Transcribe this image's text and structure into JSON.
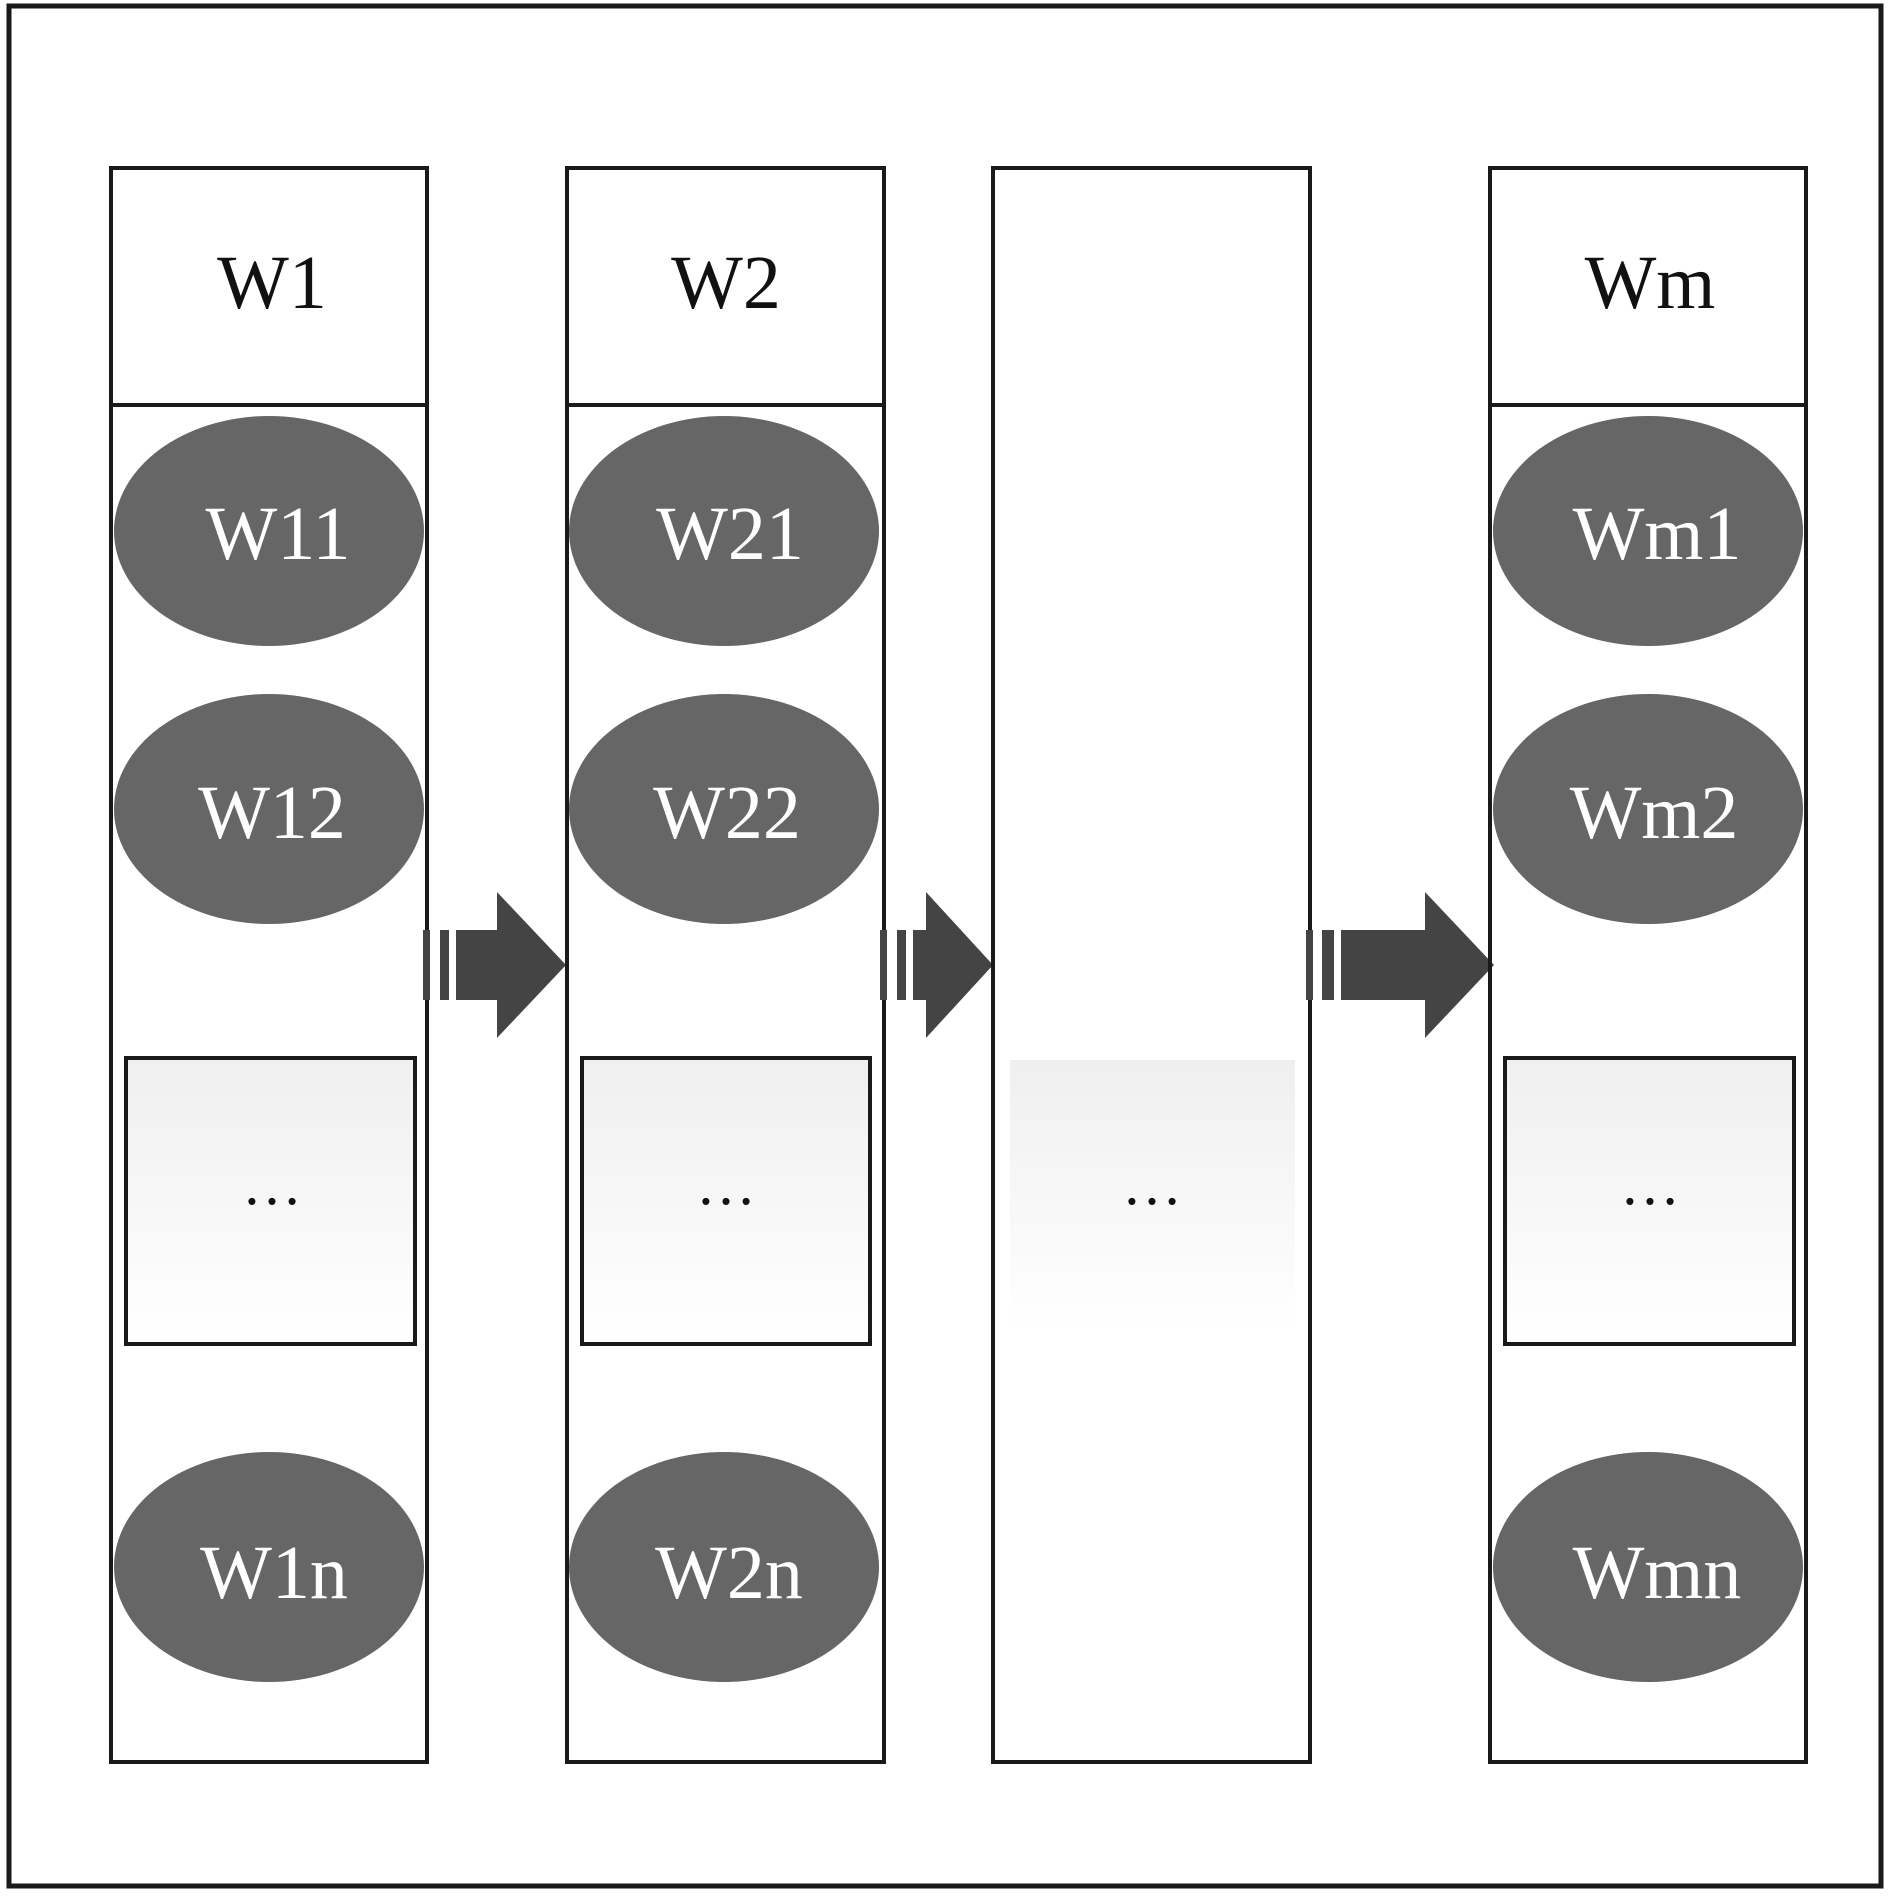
{
  "columns": [
    {
      "header": "W1",
      "items": [
        "W11",
        "W12",
        "W1n"
      ],
      "ellipsis": "…"
    },
    {
      "header": "W2",
      "items": [
        "W21",
        "W22",
        "W2n"
      ],
      "ellipsis": "…"
    },
    {
      "header": "",
      "items": [],
      "ellipsis": "…"
    },
    {
      "header": "Wm",
      "items": [
        "Wm1",
        "Wm2",
        "Wmn"
      ],
      "ellipsis": "…"
    }
  ],
  "colors": {
    "border": "#1a1a1a",
    "ellipse_fill": "#666666",
    "ellipse_text": "#ffffff",
    "arrow": "#444444",
    "box_gradient_top": "#efefef",
    "box_gradient_bottom": "#ffffff",
    "header_text": "#111111"
  }
}
